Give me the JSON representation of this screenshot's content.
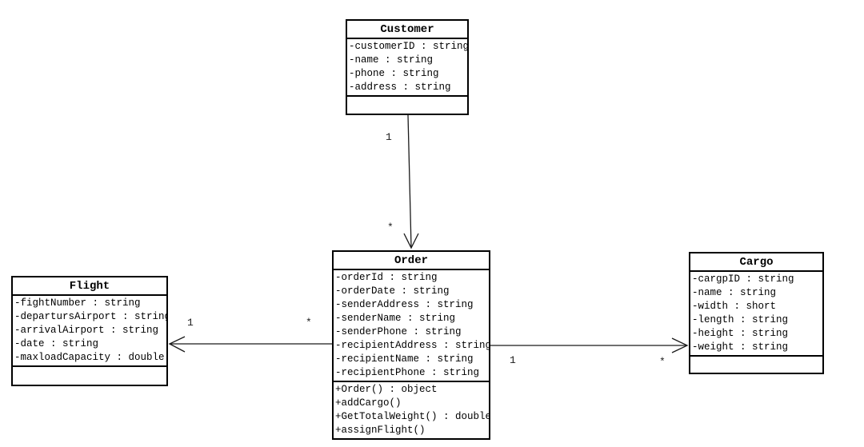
{
  "diagram": {
    "title": "UML class diagram",
    "background_color": "#ffffff",
    "line_color": "#1a1a1a"
  },
  "classes": {
    "customer": {
      "title": "Customer",
      "attributes": [
        "-customerID : string",
        "-name : string",
        "-phone : string",
        "-address : string"
      ],
      "methods": []
    },
    "order": {
      "title": "Order",
      "attributes": [
        "-orderId : string",
        "-orderDate : string",
        "-senderAddress : string",
        "-senderName : string",
        "-senderPhone : string",
        "-recipientAddress : string",
        "-recipientName : string",
        "-recipientPhone : string"
      ],
      "methods": [
        "+Order() : object",
        "+addCargo()",
        "+GetTotalWeight() : double",
        "+assignFlight()"
      ]
    },
    "flight": {
      "title": "Flight",
      "attributes": [
        "-fightNumber : string",
        "-departursAirport : string",
        "-arrivalAirport : string",
        "-date : string",
        "-maxloadCapacity : double"
      ],
      "methods": []
    },
    "cargo": {
      "title": "Cargo",
      "attributes": [
        "-cargpID : string",
        "-name : string",
        "-width : short",
        "-length : string",
        "-height : string",
        "-weight : string"
      ],
      "methods": []
    }
  },
  "associations": {
    "customer_order": {
      "source_multiplicity": "1",
      "target_multiplicity": "*"
    },
    "order_flight": {
      "source_multiplicity": "*",
      "target_multiplicity": "1"
    },
    "order_cargo": {
      "source_multiplicity": "1",
      "target_multiplicity": "*"
    }
  }
}
